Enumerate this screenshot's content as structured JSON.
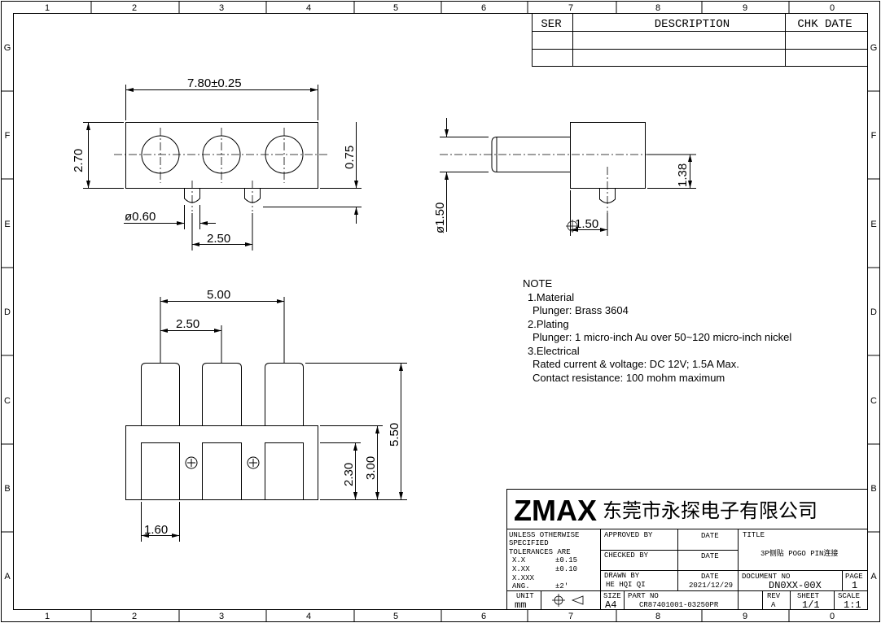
{
  "border": {
    "columns": [
      "1",
      "2",
      "3",
      "4",
      "5",
      "6",
      "7",
      "8",
      "9",
      "0"
    ],
    "rows": [
      "G",
      "F",
      "E",
      "D",
      "C",
      "B",
      "A"
    ]
  },
  "revision_table": {
    "ser": "SER",
    "description": "DESCRIPTION",
    "chk_date": "CHK DATE"
  },
  "dimensions": {
    "width_total": "7.80±0.25",
    "height": "2.70",
    "offset": "0.75",
    "pin_dia": "ø0.60",
    "pitch_top": "2.50",
    "side_dia": "ø1.50",
    "side_h": "1.38",
    "side_w": "1.50",
    "span": "5.00",
    "pitch_bottom": "2.50",
    "total_h": "5.50",
    "body_h": "3.00",
    "inner_h": "2.30",
    "pin_w": "1.60"
  },
  "notes": {
    "title": "NOTE",
    "material_head": "1.Material",
    "material_body": "Plunger: Brass 3604",
    "plating_head": "2.Plating",
    "plating_body": "Plunger: 1 micro-inch Au over 50~120 micro-inch nickel",
    "electrical_head": "3.Electrical",
    "electrical_body1": "Rated current & voltage: DC 12V; 1.5A Max.",
    "electrical_body2": "Contact resistance: 100 mohm maximum"
  },
  "title_block": {
    "logo": "ZMAX",
    "company": "东莞市永探电子有限公司",
    "tolerance_head1": "UNLESS OTHERWISE",
    "tolerance_head2": "SPECIFIED",
    "tolerance_head3": "TOLERANCES ARE",
    "tol_x": "X.X",
    "tol_x_val": "±0.15",
    "tol_xx": "X.XX",
    "tol_xx_val": "±0.10",
    "tol_xxx": "X.XXX",
    "tol_ang": "ANG.",
    "tol_ang_val": "±2'",
    "approved_by": "APPROVED BY",
    "checked_by": "CHECKED BY",
    "drawn_by": "DRAWN BY",
    "drawn_name": "HE HQI QI",
    "date_label1": "DATE",
    "date_label2": "DATE",
    "date_label3": "DATE",
    "date_value": "2021/12/29",
    "title_label": "TITLE",
    "title_value": "3P侧贴 POGO PIN连接",
    "document_label": "DOCUMENT NO",
    "document_value": "DN0XX-00X",
    "page_label": "PAGE",
    "page_value": "1",
    "unit_label": "UNIT",
    "unit_value": "mm",
    "size_label": "SIZE",
    "size_value": "A4",
    "part_label": "PART NO",
    "part_value": "CR87401001-03250PR",
    "rev_label": "REV",
    "rev_value": "A",
    "sheet_label": "SHEET",
    "sheet_value": "1/1",
    "scale_label": "SCALE",
    "scale_value": "1:1"
  }
}
